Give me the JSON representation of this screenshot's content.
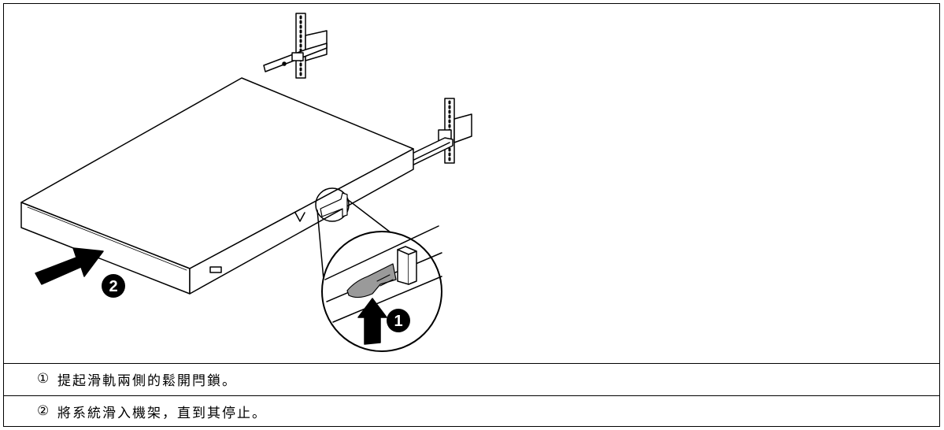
{
  "steps": [
    {
      "marker": "①",
      "text": "提起滑軌兩側的鬆開閂鎖。"
    },
    {
      "marker": "②",
      "text": "將系統滑入機架，直到其停止。"
    }
  ],
  "callouts": {
    "release_latch": "1",
    "push_system": "2"
  },
  "colors": {
    "line": "#000000",
    "latch_fill": "#9a9a9a",
    "background": "#ffffff"
  }
}
